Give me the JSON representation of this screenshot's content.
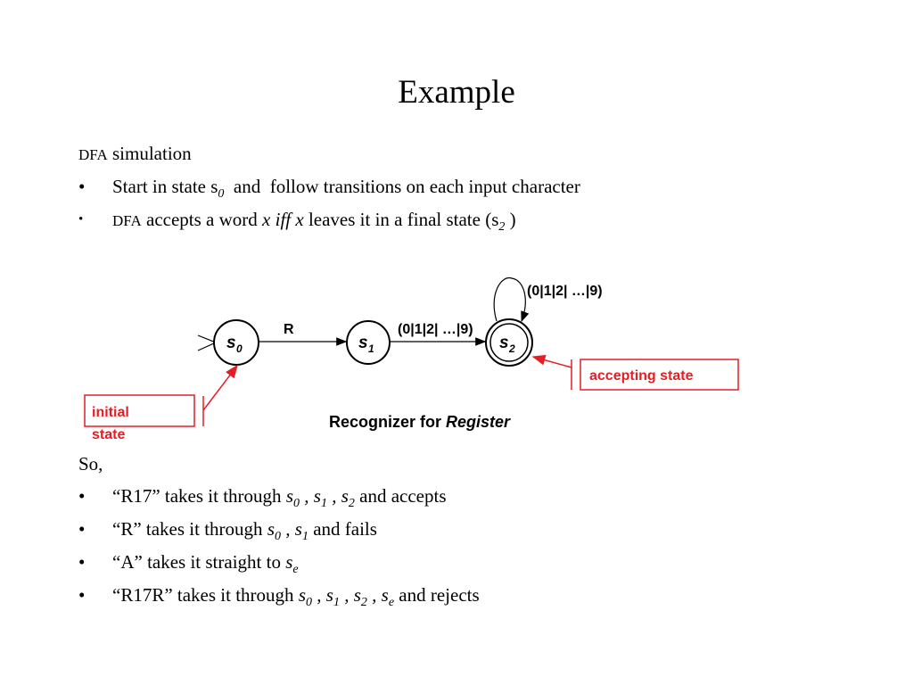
{
  "title": "Example",
  "intro": {
    "prefix": "DFA",
    "text": "simulation"
  },
  "bullets_top": [
    {
      "marker": "•",
      "a": "Start in state s",
      "sub": "0",
      "b": "  and  follow transitions on each input character"
    },
    {
      "marker": "•",
      "prefix": "DFA",
      "a": " accepts a word ",
      "x1": "x",
      "iff": " iff ",
      "x2": "x",
      "b": " leaves it in a final state (s",
      "sub": "2",
      "c": " )"
    }
  ],
  "diagram": {
    "states": [
      {
        "id": "s0",
        "label": "s",
        "sub": "0",
        "accepting": false
      },
      {
        "id": "s1",
        "label": "s",
        "sub": "1",
        "accepting": false
      },
      {
        "id": "s2",
        "label": "s",
        "sub": "2",
        "accepting": true
      }
    ],
    "transitions": [
      {
        "from": "s0",
        "to": "s1",
        "label": "R"
      },
      {
        "from": "s1",
        "to": "s2",
        "label": "(0|1|2| …|9)"
      },
      {
        "from": "s2",
        "to": "s2",
        "label": "(0|1|2| …|9)"
      }
    ],
    "start_marker": ">",
    "caption": {
      "prefix": "Recognizer for ",
      "italic": "Register"
    },
    "callouts": {
      "initial": {
        "line1": "initial",
        "line2": "state"
      },
      "accepting": "accepting state"
    },
    "colors": {
      "callout": "#e31e24",
      "stroke": "#000000"
    }
  },
  "so_label": "So,",
  "bullets_bottom": [
    {
      "marker": "•",
      "quote": "“R17”",
      "text": " takes it through ",
      "states": [
        "0",
        "1",
        "2"
      ],
      "end": " and accepts"
    },
    {
      "marker": "•",
      "quote": "“R”",
      "text": " takes it through ",
      "states": [
        "0",
        "1"
      ],
      "end": " and fails"
    },
    {
      "marker": "•",
      "quote": "“A”",
      "text": " takes it straight to ",
      "states": [
        "e"
      ],
      "end": ""
    },
    {
      "marker": "•",
      "quote": "“R17R”",
      "text": " takes it through ",
      "states": [
        "0",
        "1",
        "2",
        "e"
      ],
      "end": " and rejects"
    }
  ]
}
